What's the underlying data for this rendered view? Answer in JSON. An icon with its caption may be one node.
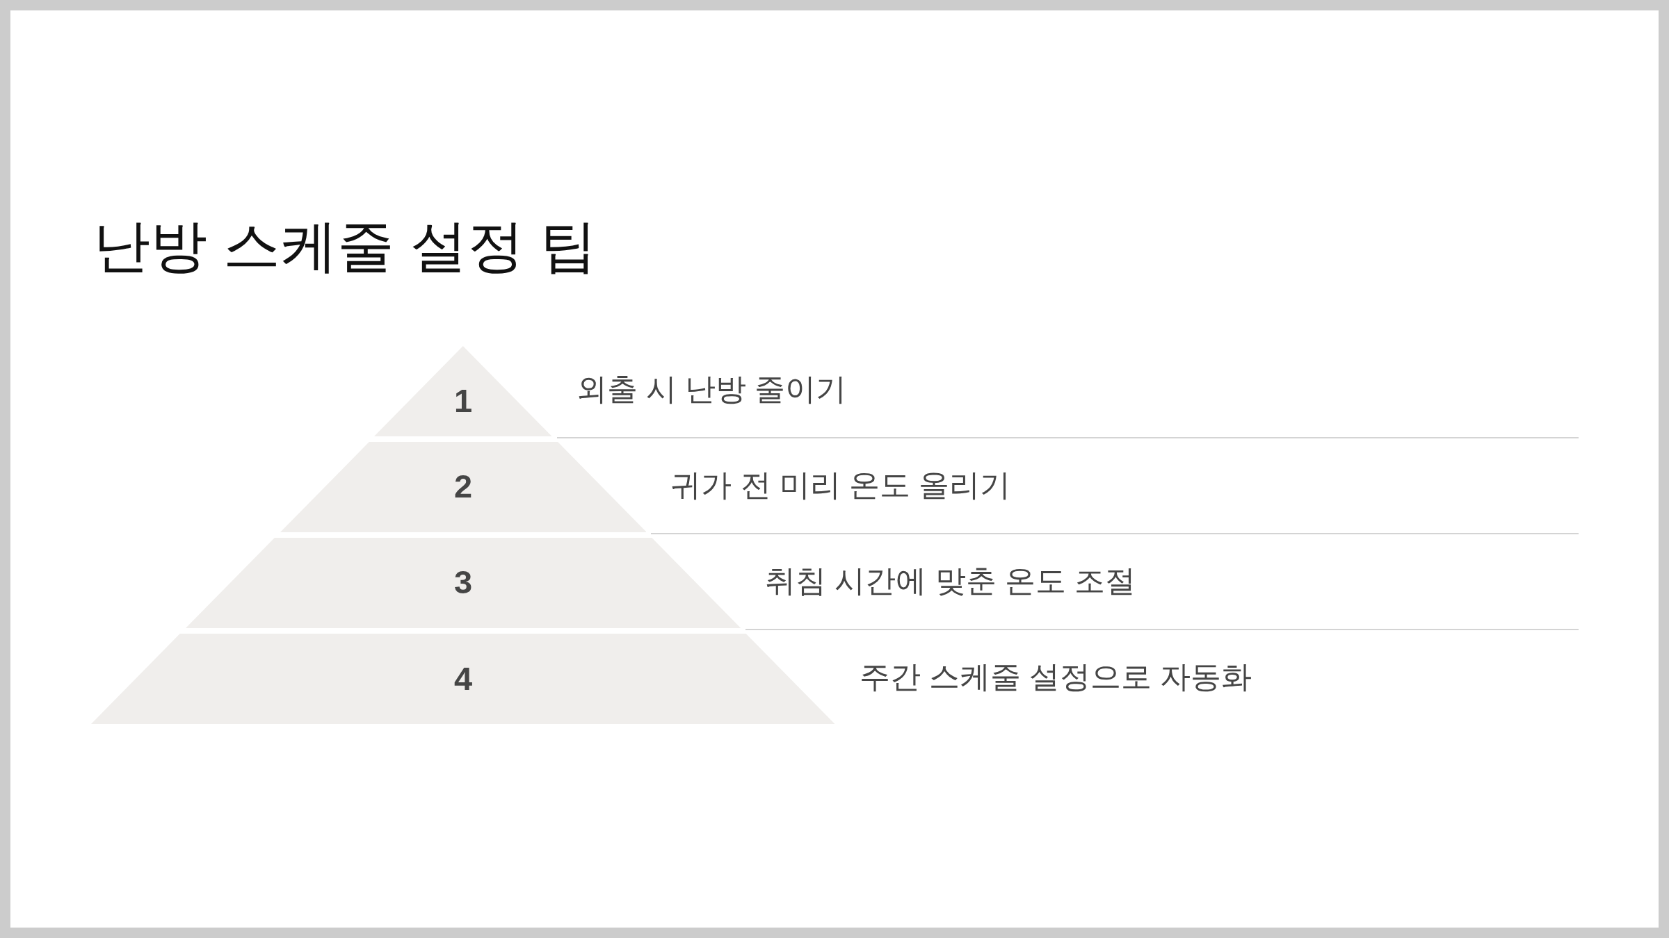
{
  "diagram": {
    "title": "난방 스케줄 설정 팁",
    "nodes": [
      {
        "text": [
          "1"
        ],
        "beside": [
          "외출 시 난방 줄이기"
        ]
      },
      {
        "text": [
          "2"
        ],
        "beside": [
          "귀가 전 미리 온도 올리기"
        ]
      },
      {
        "text": [
          "3"
        ],
        "beside": [
          "취침 시간에 맞춘 온도 조절"
        ]
      },
      {
        "text": [
          "4"
        ],
        "beside": [
          "주간 스케줄 설정으로 자동화"
        ]
      }
    ]
  }
}
